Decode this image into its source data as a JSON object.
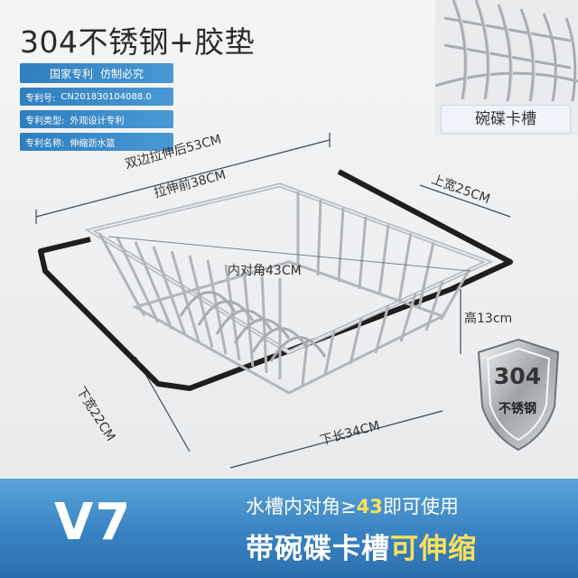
{
  "title": "304不锈钢+胶垫",
  "patent": {
    "header_left": "国家专利",
    "header_right": "仿制必究",
    "rows": [
      {
        "label": "专利号:",
        "value": "CN201830104088.0"
      },
      {
        "label": "专利类型:",
        "value": "外观设计专利"
      },
      {
        "label": "专利名称:",
        "value": "伸缩沥水篮"
      }
    ]
  },
  "inset_label": "碗碟卡槽",
  "dimensions": {
    "extended": "双边拉伸后53CM",
    "before": "拉伸前38CM",
    "top_width": "上宽25CM",
    "diagonal": "内对角43CM",
    "height": "高13cm",
    "bottom_width": "下宽22CM",
    "bottom_length": "下长34CM"
  },
  "shield": {
    "number": "304",
    "material": "不锈钢"
  },
  "banner": {
    "model": "V7",
    "line1_pre": "水槽内对角≥",
    "line1_num": "43",
    "line1_post": "即可使用",
    "line2_pre": "带碗碟卡槽",
    "line2_hl": "可伸缩"
  },
  "colors": {
    "banner": "#3b85c4",
    "highlight": "#ffe15a",
    "patent": "#3a8bc9"
  }
}
